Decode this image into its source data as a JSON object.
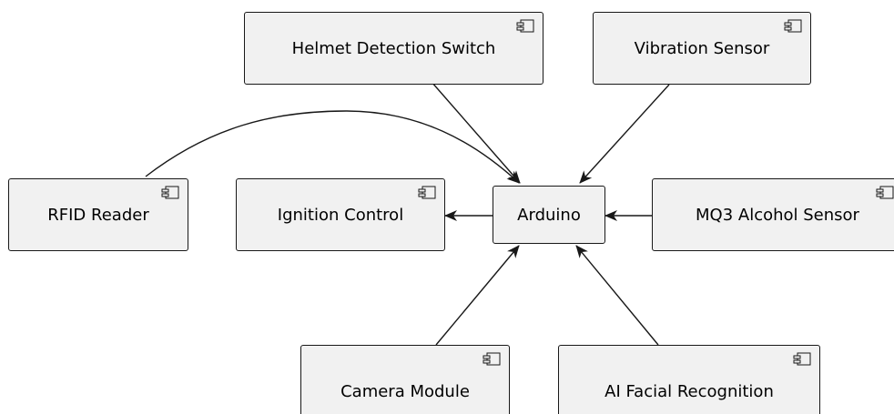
{
  "diagram": {
    "central": "Arduino",
    "components": [
      {
        "id": "helmet",
        "label": "Helmet Detection Switch",
        "icon": "component-icon"
      },
      {
        "id": "vibration",
        "label": "Vibration Sensor",
        "icon": "component-icon"
      },
      {
        "id": "rfid",
        "label": "RFID Reader",
        "icon": "component-icon"
      },
      {
        "id": "ignition",
        "label": "Ignition Control",
        "icon": "component-icon"
      },
      {
        "id": "mq3",
        "label": "MQ3 Alcohol Sensor",
        "icon": "component-icon"
      },
      {
        "id": "camera",
        "label": "Camera Module",
        "icon": "component-icon"
      },
      {
        "id": "ai",
        "label": "AI Facial Recognition",
        "icon": "component-icon"
      }
    ],
    "connections": [
      {
        "from": "helmet",
        "to": "arduino"
      },
      {
        "from": "vibration",
        "to": "arduino"
      },
      {
        "from": "rfid",
        "to": "arduino"
      },
      {
        "from": "arduino",
        "to": "ignition"
      },
      {
        "from": "mq3",
        "to": "arduino"
      },
      {
        "from": "camera",
        "to": "arduino"
      },
      {
        "from": "ai",
        "to": "arduino"
      }
    ]
  }
}
